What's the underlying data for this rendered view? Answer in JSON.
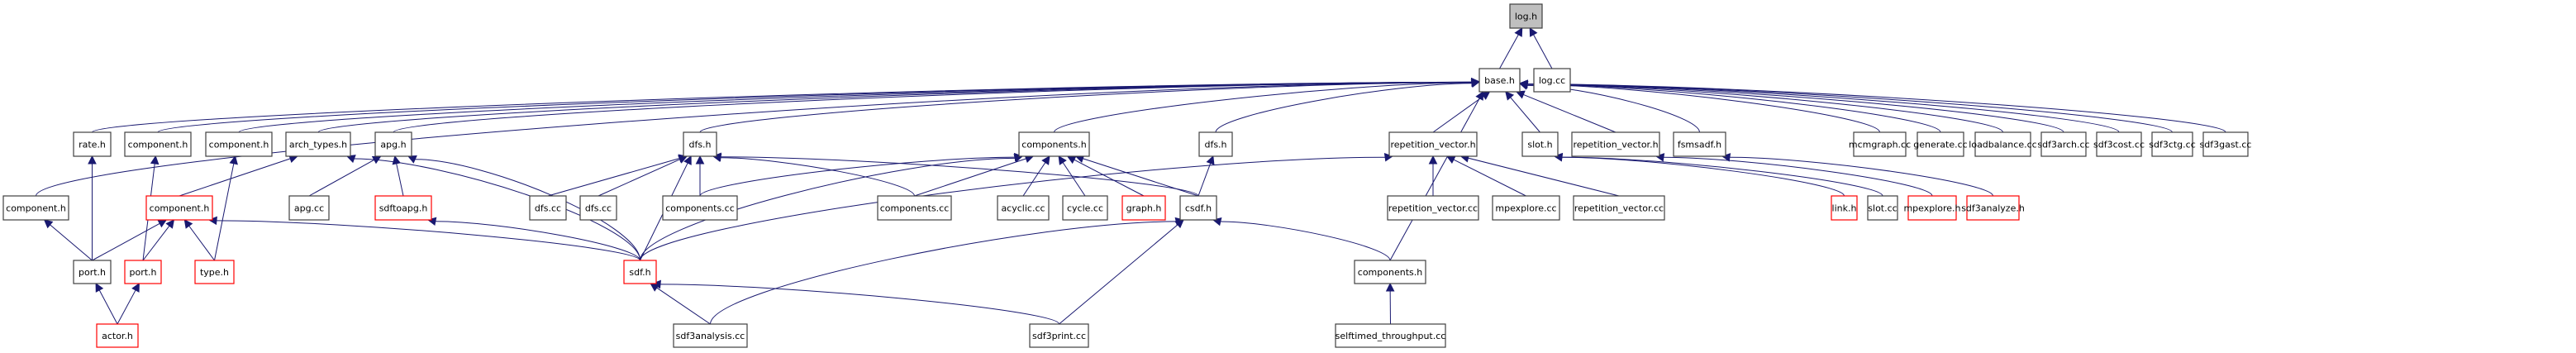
{
  "title": "log.h include dependency graph",
  "colors": {
    "edge": "#191970",
    "root_fill": "#bfbfbf",
    "normal_border": "#404040",
    "truncated_border": "#ff0000",
    "node_fill": "#ffffff"
  },
  "nodes": [
    {
      "id": "log_h",
      "label": "log.h",
      "kind": "root"
    },
    {
      "id": "base_h",
      "label": "base.h",
      "kind": "normal"
    },
    {
      "id": "log_cc",
      "label": "log.cc",
      "kind": "normal"
    },
    {
      "id": "component_h_a",
      "label": "component.h",
      "kind": "normal"
    },
    {
      "id": "rate_h",
      "label": "rate.h",
      "kind": "normal"
    },
    {
      "id": "component_h_b",
      "label": "component.h",
      "kind": "normal"
    },
    {
      "id": "component_h_c",
      "label": "component.h",
      "kind": "normal"
    },
    {
      "id": "arch_types_h",
      "label": "arch_types.h",
      "kind": "normal"
    },
    {
      "id": "apg_h",
      "label": "apg.h",
      "kind": "normal"
    },
    {
      "id": "dfs_h_a",
      "label": "dfs.h",
      "kind": "normal"
    },
    {
      "id": "components_h_a",
      "label": "components.h",
      "kind": "normal"
    },
    {
      "id": "dfs_h_b",
      "label": "dfs.h",
      "kind": "normal"
    },
    {
      "id": "repetition_vector_h_a",
      "label": "repetition_vector.h",
      "kind": "normal"
    },
    {
      "id": "slot_h",
      "label": "slot.h",
      "kind": "normal"
    },
    {
      "id": "repetition_vector_h_b",
      "label": "repetition_vector.h",
      "kind": "normal"
    },
    {
      "id": "fsmsadf_h",
      "label": "fsmsadf.h",
      "kind": "normal"
    },
    {
      "id": "mcmgraph_cc",
      "label": "mcmgraph.cc",
      "kind": "normal"
    },
    {
      "id": "generate_cc",
      "label": "generate.cc",
      "kind": "normal"
    },
    {
      "id": "loadbalance_cc",
      "label": "loadbalance.cc",
      "kind": "normal"
    },
    {
      "id": "sdf3arch_cc",
      "label": "sdf3arch.cc",
      "kind": "normal"
    },
    {
      "id": "sdf3cost_cc",
      "label": "sdf3cost.cc",
      "kind": "normal"
    },
    {
      "id": "sdf3ctg_cc",
      "label": "sdf3ctg.cc",
      "kind": "normal"
    },
    {
      "id": "sdf3gast_cc",
      "label": "sdf3gast.cc",
      "kind": "normal"
    },
    {
      "id": "component_h_d",
      "label": "component.h",
      "kind": "normal"
    },
    {
      "id": "component_h_red",
      "label": "component.h",
      "kind": "truncated"
    },
    {
      "id": "apg_cc",
      "label": "apg.cc",
      "kind": "normal"
    },
    {
      "id": "sdftoapg_h",
      "label": "sdftoapg.h",
      "kind": "truncated"
    },
    {
      "id": "dfs_cc_a",
      "label": "dfs.cc",
      "kind": "normal"
    },
    {
      "id": "dfs_cc_b",
      "label": "dfs.cc",
      "kind": "normal"
    },
    {
      "id": "components_cc_a",
      "label": "components.cc",
      "kind": "normal"
    },
    {
      "id": "components_cc_b",
      "label": "components.cc",
      "kind": "normal"
    },
    {
      "id": "acyclic_cc",
      "label": "acyclic.cc",
      "kind": "normal"
    },
    {
      "id": "cycle_cc",
      "label": "cycle.cc",
      "kind": "normal"
    },
    {
      "id": "graph_h",
      "label": "graph.h",
      "kind": "truncated"
    },
    {
      "id": "csdf_h",
      "label": "csdf.h",
      "kind": "normal"
    },
    {
      "id": "repetition_vector_cc_a",
      "label": "repetition_vector.cc",
      "kind": "normal"
    },
    {
      "id": "mpexplore_cc",
      "label": "mpexplore.cc",
      "kind": "normal"
    },
    {
      "id": "repetition_vector_cc_b",
      "label": "repetition_vector.cc",
      "kind": "normal"
    },
    {
      "id": "link_h",
      "label": "link.h",
      "kind": "truncated"
    },
    {
      "id": "slot_cc",
      "label": "slot.cc",
      "kind": "normal"
    },
    {
      "id": "mpexplore_h",
      "label": "mpexplore.h",
      "kind": "truncated"
    },
    {
      "id": "sdf3analyze_h",
      "label": "sdf3analyze.h",
      "kind": "truncated"
    },
    {
      "id": "port_h_a",
      "label": "port.h",
      "kind": "normal"
    },
    {
      "id": "port_h_red",
      "label": "port.h",
      "kind": "truncated"
    },
    {
      "id": "type_h",
      "label": "type.h",
      "kind": "truncated"
    },
    {
      "id": "sdf_h",
      "label": "sdf.h",
      "kind": "truncated"
    },
    {
      "id": "components_h_b",
      "label": "components.h",
      "kind": "normal"
    },
    {
      "id": "actor_h",
      "label": "actor.h",
      "kind": "truncated"
    },
    {
      "id": "sdf3analysis_cc",
      "label": "sdf3analysis.cc",
      "kind": "normal"
    },
    {
      "id": "sdf3print_cc",
      "label": "sdf3print.cc",
      "kind": "normal"
    },
    {
      "id": "selftimed_throughput_cc",
      "label": "selftimed_throughput.cc",
      "kind": "normal"
    }
  ],
  "edges": [
    {
      "from": "base_h",
      "to": "log_h"
    },
    {
      "from": "log_cc",
      "to": "log_h"
    },
    {
      "from": "component_h_a",
      "to": "base_h"
    },
    {
      "from": "rate_h",
      "to": "base_h"
    },
    {
      "from": "component_h_b",
      "to": "base_h"
    },
    {
      "from": "component_h_c",
      "to": "base_h"
    },
    {
      "from": "arch_types_h",
      "to": "base_h"
    },
    {
      "from": "apg_h",
      "to": "base_h"
    },
    {
      "from": "dfs_h_a",
      "to": "base_h"
    },
    {
      "from": "components_h_a",
      "to": "base_h"
    },
    {
      "from": "dfs_h_b",
      "to": "base_h"
    },
    {
      "from": "repetition_vector_h_a",
      "to": "base_h"
    },
    {
      "from": "components_h_b",
      "to": "base_h"
    },
    {
      "from": "slot_h",
      "to": "base_h"
    },
    {
      "from": "repetition_vector_h_b",
      "to": "base_h"
    },
    {
      "from": "fsmsadf_h",
      "to": "base_h"
    },
    {
      "from": "mcmgraph_cc",
      "to": "base_h"
    },
    {
      "from": "generate_cc",
      "to": "base_h"
    },
    {
      "from": "loadbalance_cc",
      "to": "base_h"
    },
    {
      "from": "sdf3arch_cc",
      "to": "base_h"
    },
    {
      "from": "sdf3cost_cc",
      "to": "base_h"
    },
    {
      "from": "sdf3ctg_cc",
      "to": "base_h"
    },
    {
      "from": "sdf3gast_cc",
      "to": "base_h"
    },
    {
      "from": "port_h_a",
      "to": "component_h_d"
    },
    {
      "from": "port_h_a",
      "to": "rate_h"
    },
    {
      "from": "port_h_red",
      "to": "component_h_b"
    },
    {
      "from": "type_h",
      "to": "component_h_c"
    },
    {
      "from": "component_h_red",
      "to": "arch_types_h"
    },
    {
      "from": "sdf_h",
      "to": "arch_types_h"
    },
    {
      "from": "apg_cc",
      "to": "apg_h"
    },
    {
      "from": "sdf_h",
      "to": "apg_h"
    },
    {
      "from": "sdftoapg_h",
      "to": "apg_h"
    },
    {
      "from": "port_h_a",
      "to": "component_h_red"
    },
    {
      "from": "port_h_red",
      "to": "component_h_red"
    },
    {
      "from": "type_h",
      "to": "component_h_red"
    },
    {
      "from": "sdf_h",
      "to": "component_h_red"
    },
    {
      "from": "actor_h",
      "to": "port_h_a"
    },
    {
      "from": "actor_h",
      "to": "port_h_red"
    },
    {
      "from": "sdf_h",
      "to": "sdftoapg_h"
    },
    {
      "from": "dfs_cc_a",
      "to": "dfs_h_a"
    },
    {
      "from": "dfs_cc_b",
      "to": "dfs_h_a"
    },
    {
      "from": "components_cc_a",
      "to": "dfs_h_a"
    },
    {
      "from": "components_cc_b",
      "to": "dfs_h_a"
    },
    {
      "from": "sdf_h",
      "to": "dfs_h_a"
    },
    {
      "from": "csdf_h",
      "to": "dfs_h_a"
    },
    {
      "from": "components_cc_a",
      "to": "components_h_a"
    },
    {
      "from": "components_cc_b",
      "to": "components_h_a"
    },
    {
      "from": "sdf_h",
      "to": "components_h_a"
    },
    {
      "from": "acyclic_cc",
      "to": "components_h_a"
    },
    {
      "from": "cycle_cc",
      "to": "components_h_a"
    },
    {
      "from": "graph_h",
      "to": "components_h_a"
    },
    {
      "from": "csdf_h",
      "to": "components_h_a"
    },
    {
      "from": "csdf_h",
      "to": "dfs_h_b"
    },
    {
      "from": "sdf_h",
      "to": "repetition_vector_h_a"
    },
    {
      "from": "repetition_vector_cc_a",
      "to": "repetition_vector_h_a"
    },
    {
      "from": "mpexplore_cc",
      "to": "repetition_vector_h_a"
    },
    {
      "from": "repetition_vector_cc_b",
      "to": "repetition_vector_h_a"
    },
    {
      "from": "link_h",
      "to": "slot_h"
    },
    {
      "from": "slot_cc",
      "to": "slot_h"
    },
    {
      "from": "mpexplore_h",
      "to": "repetition_vector_h_b"
    },
    {
      "from": "sdf3analyze_h",
      "to": "fsmsadf_h"
    },
    {
      "from": "sdf3analysis_cc",
      "to": "sdf_h"
    },
    {
      "from": "sdf3print_cc",
      "to": "sdf_h"
    },
    {
      "from": "sdf3analysis_cc",
      "to": "csdf_h"
    },
    {
      "from": "sdf3print_cc",
      "to": "csdf_h"
    },
    {
      "from": "components_h_b",
      "to": "csdf_h"
    },
    {
      "from": "selftimed_throughput_cc",
      "to": "components_h_b"
    }
  ]
}
